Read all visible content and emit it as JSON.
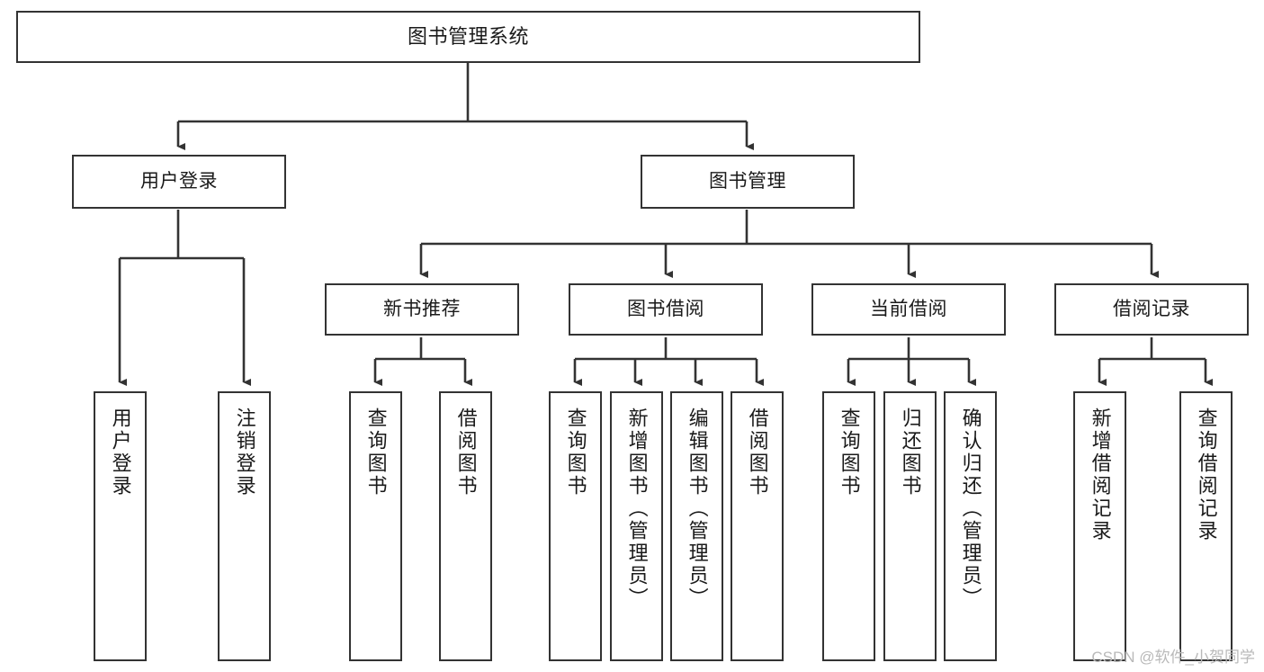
{
  "diagram": {
    "title": "图书管理系统",
    "type": "tree-hierarchy",
    "orientation": "top-down",
    "style": {
      "box_border_color": "#333333",
      "box_fill_color": "#ffffff",
      "edge_color": "#333333",
      "text_color": "#1a1a1a",
      "background": "#ffffff"
    },
    "nodes": {
      "root": {
        "label": "图书管理系统"
      },
      "level2": [
        {
          "id": "user-login",
          "label": "用户登录"
        },
        {
          "id": "book-manage",
          "label": "图书管理"
        }
      ],
      "level3": [
        {
          "id": "new-book-recommend",
          "label": "新书推荐"
        },
        {
          "id": "book-borrow",
          "label": "图书借阅"
        },
        {
          "id": "current-borrow",
          "label": "当前借阅"
        },
        {
          "id": "borrow-record",
          "label": "借阅记录"
        }
      ],
      "leaves": {
        "user_login": [
          {
            "id": "leaf-user-login",
            "label": "用户登录"
          },
          {
            "id": "leaf-user-logout",
            "label": "注销登录"
          }
        ],
        "new_book_recommend": [
          {
            "id": "leaf-query-book-1",
            "label": "查询图书"
          },
          {
            "id": "leaf-borrow-book-1",
            "label": "借阅图书"
          }
        ],
        "book_borrow": [
          {
            "id": "leaf-query-book-2",
            "label": "查询图书"
          },
          {
            "id": "leaf-add-book",
            "label": "新增图书（管理员）"
          },
          {
            "id": "leaf-edit-book",
            "label": "编辑图书（管理员）"
          },
          {
            "id": "leaf-borrow-book-2",
            "label": "借阅图书"
          }
        ],
        "current_borrow": [
          {
            "id": "leaf-query-book-3",
            "label": "查询图书"
          },
          {
            "id": "leaf-return-book",
            "label": "归还图书"
          },
          {
            "id": "leaf-confirm-return",
            "label": "确认归还（管理员）"
          }
        ],
        "borrow_record": [
          {
            "id": "leaf-add-record",
            "label": "新增借阅记录"
          },
          {
            "id": "leaf-query-record",
            "label": "查询借阅记录"
          }
        ]
      }
    }
  },
  "watermark": {
    "text": "CSDN @软件_小贺同学"
  }
}
